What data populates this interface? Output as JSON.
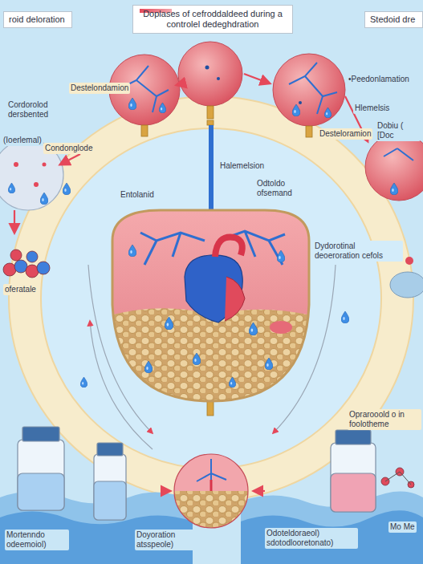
{
  "diagram": {
    "title": "Doplases of cefroddaldeed during a controlel dedeghdration",
    "nodes": [
      {
        "text": [
          "roid deloration"
        ]
      },
      {
        "text": [
          "Stedoid dre"
        ]
      }
    ],
    "labels": [
      "Destelondamion",
      "Cordorolod dersbented",
      "(Ioerlemal)",
      "Condonglode",
      "Desteloramion",
      "•Peedonlamation",
      "Hlemelsis",
      "Dobiu ( [Doc",
      "Halemelsion",
      "Entolanid",
      "Odtoldo ofsemand",
      "Dydorotinal deoeroration cefols",
      "oferatale",
      "Oprarooold o in foolotheme",
      "Mortenndo odeemoiol)",
      "Doyoration atsspeole)",
      "Odoteldoraeol) sdotodlooretonato)",
      "Mo Me"
    ]
  }
}
